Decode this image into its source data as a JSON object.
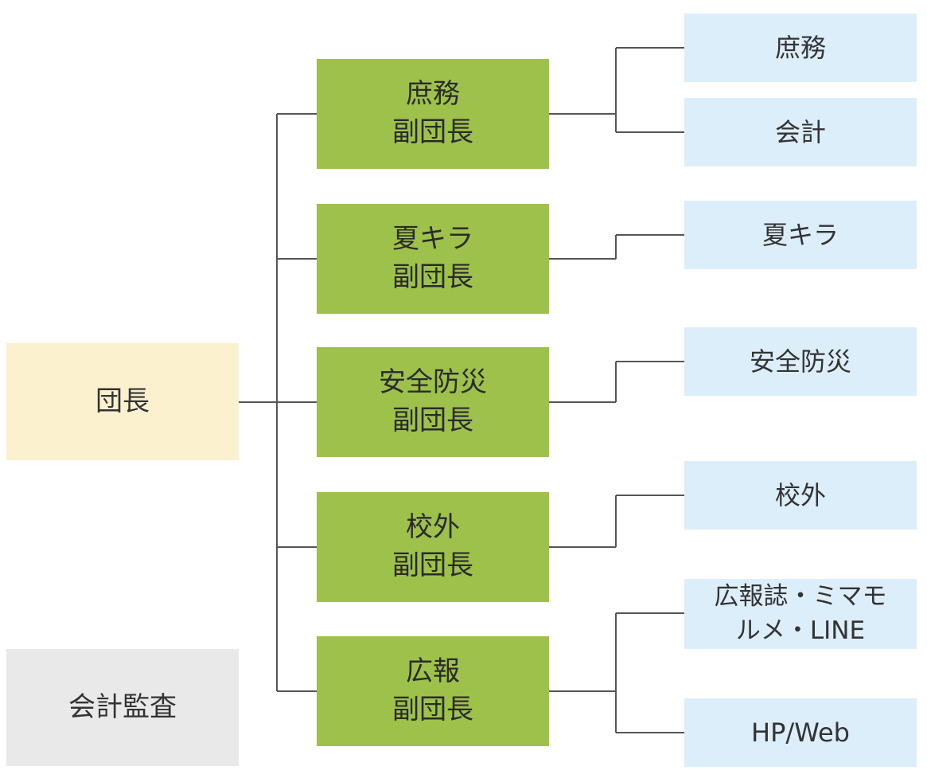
{
  "root": {
    "label": "団長"
  },
  "auditor": {
    "label": "会計監査"
  },
  "vice_presidents": [
    {
      "label": "庶務\n副団長"
    },
    {
      "label": "夏キラ\n副団長"
    },
    {
      "label": "安全防災\n副団長"
    },
    {
      "label": "校外\n副団長"
    },
    {
      "label": "広報\n副団長"
    }
  ],
  "departments": [
    {
      "label": "庶務"
    },
    {
      "label": "会計"
    },
    {
      "label": "夏キラ"
    },
    {
      "label": "安全防災"
    },
    {
      "label": "校外"
    },
    {
      "label": "広報誌・ミマモ\nルメ・LINE"
    },
    {
      "label": "HP/Web"
    }
  ],
  "colors": {
    "root": "#fcf1cf",
    "auditor": "#e9e9e9",
    "vice": "#9dc14b",
    "department": "#ddeefb",
    "connector": "#555555"
  }
}
